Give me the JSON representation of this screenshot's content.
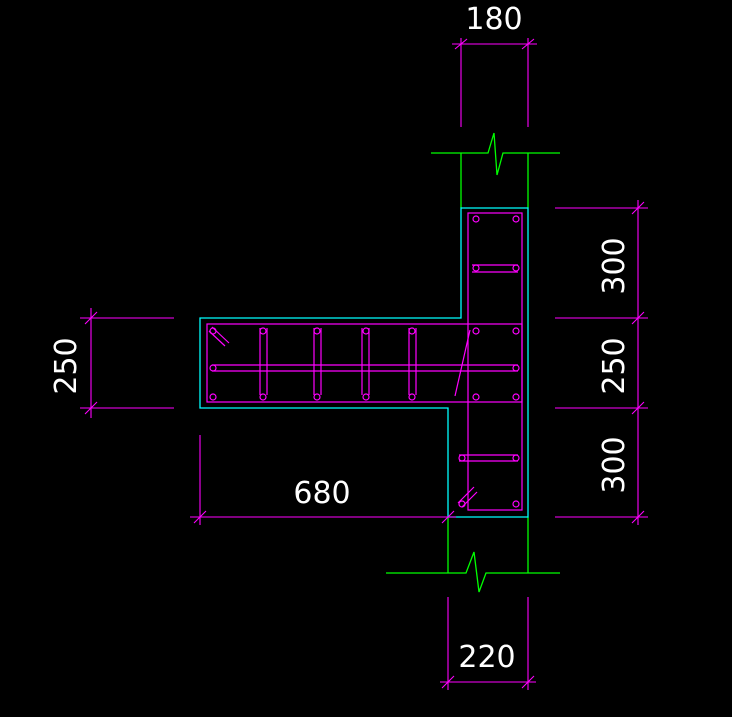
{
  "drawing": {
    "dimensions": {
      "top_wall_width": "180",
      "bottom_wall_width": "220",
      "flange_length": "680",
      "web_thickness": "250",
      "upper_segment": "300",
      "middle_segment": "250",
      "lower_segment": "300"
    },
    "colors": {
      "background": "#000000",
      "outline": "#00ffff",
      "reinforcement": "#ff00ff",
      "dimension_line": "#ff00ff",
      "wall_line": "#00ff00",
      "text": "#ffffff"
    }
  }
}
